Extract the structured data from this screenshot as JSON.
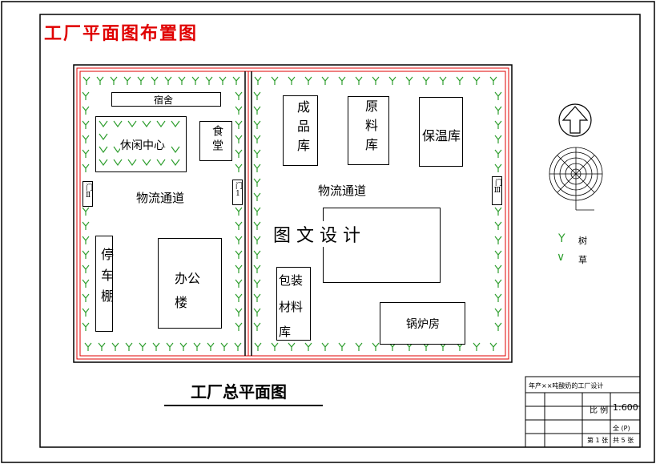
{
  "title": "工厂平面图布置图",
  "subtitle": "工厂总平面图",
  "watermark": "图 文 设 计",
  "buildings": {
    "dorm": "宿舍",
    "canteen": "食堂",
    "leisure": "休闲中心",
    "parking": "停车棚",
    "office": "办公楼",
    "finished": "成品库",
    "raw": "原料库",
    "insulation": "保温库",
    "packaging_a": "包装",
    "packaging_b": "材料",
    "packaging_c": "库",
    "boiler": "锅炉房",
    "office_a": "办公",
    "office_b": "楼"
  },
  "roads": {
    "left": "物流通道",
    "right": "物流通道"
  },
  "gates": {
    "left": "门Ⅱ",
    "middle": "门1",
    "right": "门Ⅲ"
  },
  "legend": {
    "tree": "树",
    "grass": "草"
  },
  "colors": {
    "title": "#e00000",
    "wall": "#e00000",
    "grass": "#2e9e2e",
    "line": "#000000"
  },
  "title_block": {
    "name": "年产××吨酸奶的工厂设计",
    "scale_label": "比 例",
    "scale_value": "1:600",
    "r2": "",
    "r3": "",
    "r4": "",
    "c_a": "共 5 张",
    "c_b": "第 1 张",
    "c_c": "全 (P)"
  }
}
